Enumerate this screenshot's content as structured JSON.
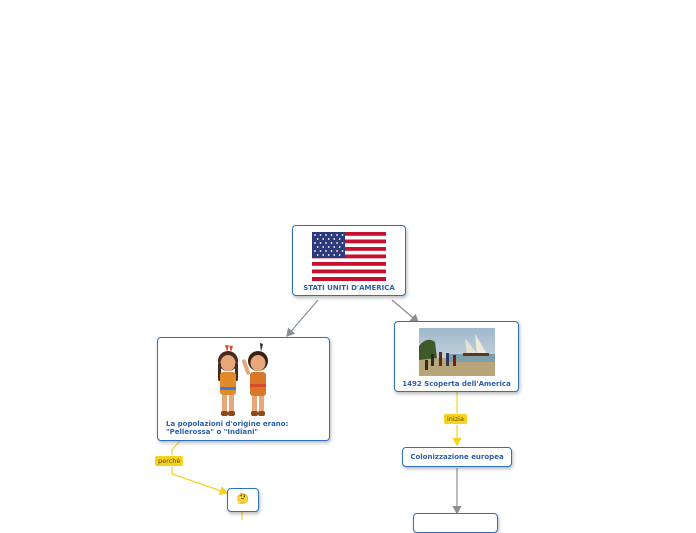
{
  "nodes": {
    "usa": {
      "label": "STATI UNITI D'AMERICA",
      "icon": "usa-flag-image"
    },
    "natives": {
      "label_line1": "La popolazioni d'origine erano:",
      "label_line2": "\"Pellerossa\" o \"Indiani\"",
      "icon": "native-americans-image"
    },
    "discovery": {
      "label": "1492 Scoperta dell'America",
      "icon": "ships-landing-image"
    },
    "colonization": {
      "label": "Colonizzazione europea"
    },
    "thinking": {
      "icon": "thinking-face-emoji",
      "glyph": "🤔"
    }
  },
  "tags": {
    "inizia": "inizia",
    "perche": "perchè"
  },
  "colors": {
    "node_border": "#2f6fbf",
    "node_text": "#2b5fab",
    "connector_gray": "#8a8f96",
    "connector_yellow": "#f5d21e"
  }
}
